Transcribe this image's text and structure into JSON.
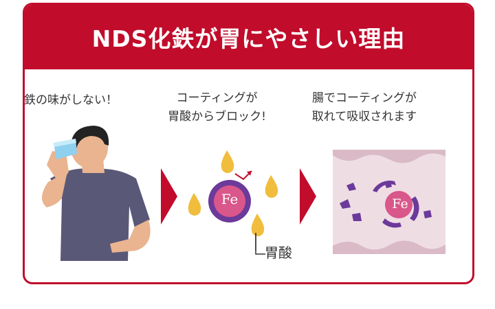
{
  "header": {
    "title": "NDS化鉄が胃にやさしい理由"
  },
  "steps": [
    {
      "caption_lines": [
        "鉄の味がしない！"
      ]
    },
    {
      "caption_lines": [
        "コーティングが",
        "胃酸からブロック!"
      ]
    },
    {
      "caption_lines": [
        "腸でコーティングが",
        "取れて吸収されます"
      ]
    }
  ],
  "diagram": {
    "center_label": "Fe",
    "label_right": "Fe",
    "acid_label": "胃酸"
  },
  "colors": {
    "brand_red": "#c10c2b",
    "purple": "#6b3a9a",
    "pink": "#d9578a",
    "droplet": "#f0bd3d"
  }
}
